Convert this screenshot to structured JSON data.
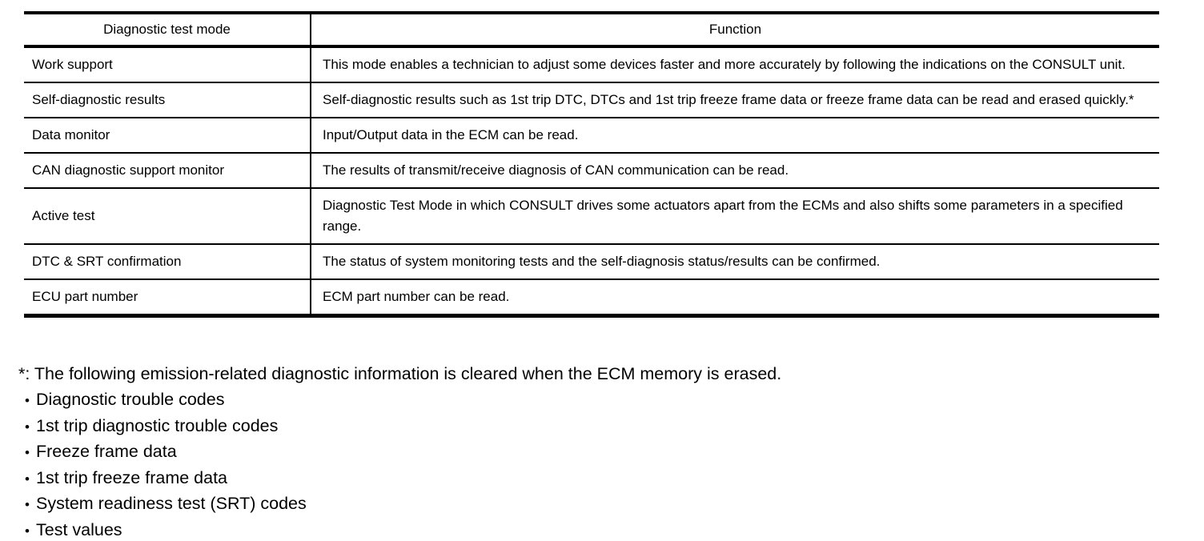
{
  "table": {
    "headers": {
      "mode": "Diagnostic test mode",
      "function": "Function"
    },
    "rows": [
      {
        "mode": "Work support",
        "function": "This mode enables a technician to adjust some devices faster and more accurately by following the indications on the CONSULT unit."
      },
      {
        "mode": "Self-diagnostic results",
        "function": "Self-diagnostic results such as 1st trip DTC, DTCs and 1st trip freeze frame data or freeze frame data can be read and erased quickly.*"
      },
      {
        "mode": "Data monitor",
        "function": "Input/Output data in the ECM can be read."
      },
      {
        "mode": "CAN diagnostic support monitor",
        "function": "The results of transmit/receive diagnosis of CAN communication can be read."
      },
      {
        "mode": "Active test",
        "function": "Diagnostic Test Mode in which CONSULT drives some actuators apart from the ECMs and also shifts some parameters in a specified range."
      },
      {
        "mode": "DTC & SRT confirmation",
        "function": "The status of system monitoring tests and the self-diagnosis status/results can be confirmed."
      },
      {
        "mode": "ECU part number",
        "function": "ECM part number can be read."
      }
    ]
  },
  "footnote": {
    "note": "*: The following emission-related diagnostic information is cleared when the ECM memory is erased.",
    "bullet_char": "•",
    "items": [
      "Diagnostic trouble codes",
      "1st trip diagnostic trouble codes",
      "Freeze frame data",
      "1st trip freeze frame data",
      "System readiness test (SRT) codes",
      "Test values"
    ]
  },
  "colors": {
    "text": "#000000",
    "background": "#ffffff",
    "border": "#000000"
  }
}
